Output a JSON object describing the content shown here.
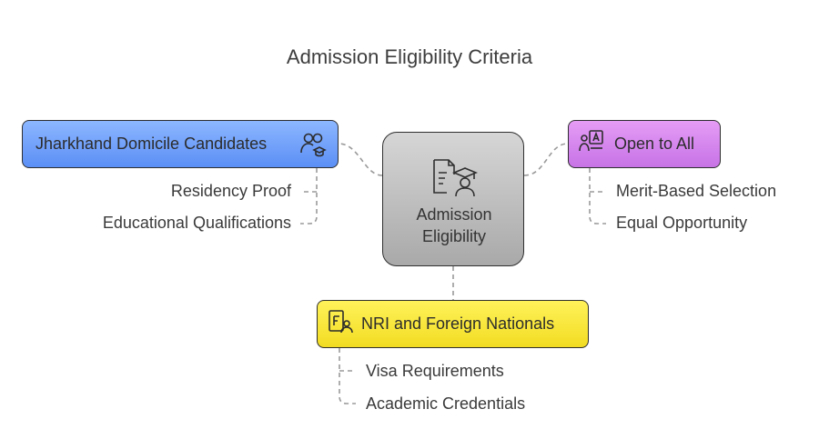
{
  "title": "Admission Eligibility Criteria",
  "center": {
    "label_line1": "Admission",
    "label_line2": "Eligibility",
    "icon": "document-graduate-icon"
  },
  "nodes": {
    "domicile": {
      "label": "Jharkhand Domicile Candidates",
      "icon": "people-graduate-icon",
      "color": "#6b9cf8",
      "items": [
        "Residency Proof",
        "Educational Qualifications"
      ]
    },
    "open": {
      "label": "Open to All",
      "icon": "exam-paper-icon",
      "color": "#d585ee",
      "items": [
        "Merit-Based Selection",
        "Equal Opportunity"
      ]
    },
    "nri": {
      "label": "NRI and Foreign Nationals",
      "icon": "id-card-person-icon",
      "color": "#f8e83a",
      "items": [
        "Visa Requirements",
        "Academic Credentials"
      ]
    }
  }
}
